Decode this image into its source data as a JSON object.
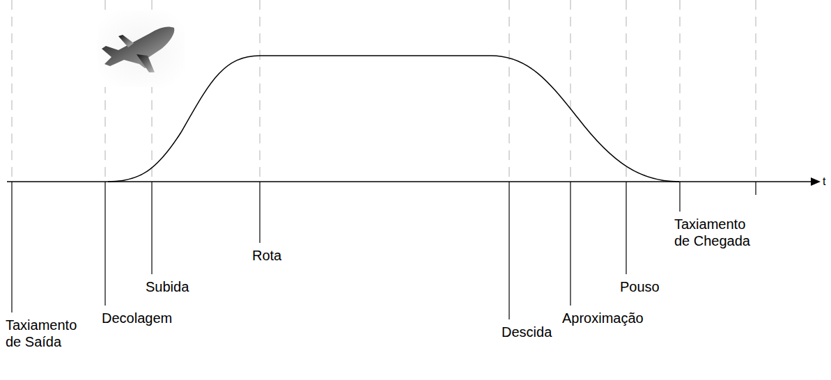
{
  "diagram": {
    "labels": [
      "Taxiamento de Saída",
      "Decolagem",
      "Subida",
      "Rota",
      "Descida",
      "Aproximação",
      "Pouso",
      "Taxiamento de Chegada",
      "t"
    ]
  }
}
